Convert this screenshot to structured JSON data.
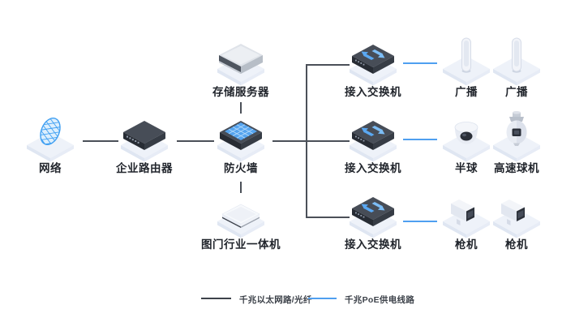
{
  "diagram_title": "network-topology",
  "nodes": {
    "network": {
      "label": "网络",
      "icon": "globe-icon"
    },
    "router": {
      "label": "企业路由器",
      "icon": "router-icon"
    },
    "storage": {
      "label": "存储服务器",
      "icon": "storage-server-icon"
    },
    "firewall": {
      "label": "防火墙",
      "icon": "firewall-icon"
    },
    "gate_aio": {
      "label": "图门行业一体机",
      "icon": "all-in-one-icon"
    },
    "switch_top": {
      "label": "接入交换机",
      "icon": "access-switch-icon"
    },
    "switch_mid": {
      "label": "接入交换机",
      "icon": "access-switch-icon"
    },
    "switch_bottom": {
      "label": "接入交换机",
      "icon": "access-switch-icon"
    },
    "broadcast_1": {
      "label": "广播",
      "icon": "speaker-column-icon"
    },
    "broadcast_2": {
      "label": "广播",
      "icon": "speaker-column-icon"
    },
    "dome": {
      "label": "半球",
      "icon": "dome-camera-icon"
    },
    "speed_dome": {
      "label": "高速球机",
      "icon": "speed-dome-camera-icon"
    },
    "bullet_1": {
      "label": "枪机",
      "icon": "bullet-camera-icon"
    },
    "bullet_2": {
      "label": "枪机",
      "icon": "bullet-camera-icon"
    }
  },
  "legend": {
    "ethernet_label": "千兆以太网路/光纤",
    "poe_label": "千兆PoE供电线路"
  },
  "colors": {
    "ethernet_line": "#4b5058",
    "poe_line": "#4f9ff0",
    "legend_line_dark": "#3d424a",
    "accent_blue": "#55a4ef",
    "label_text": "#21252c"
  }
}
